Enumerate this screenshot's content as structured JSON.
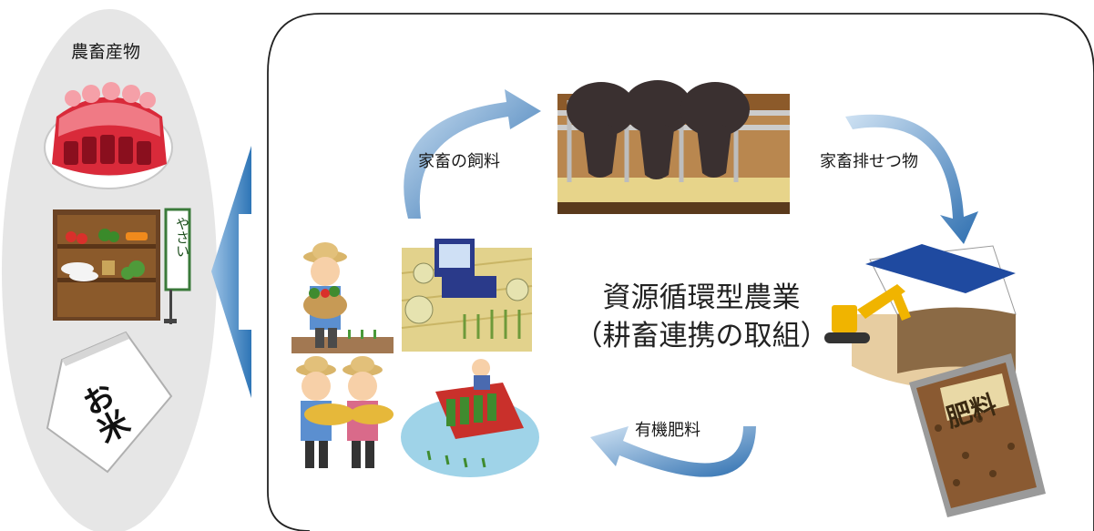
{
  "products": {
    "title": "農畜産物",
    "sign_text": "やさい",
    "rice_bag_text": "お米"
  },
  "cycle": {
    "feed_label": "家畜の飼料",
    "excreta_label": "家畜排せつ物",
    "fertilizer_label": "有機肥料",
    "title_line1": "資源循環型農業",
    "title_line2": "（耕畜連携の取組）",
    "fertilizer_bag_text": "肥料"
  },
  "colors": {
    "ellipse_fill": "#e6e6e6",
    "arrow_blue": "#5b9bd5",
    "arrow_dark": "#2e6fb0",
    "frame_stroke": "#222222"
  }
}
